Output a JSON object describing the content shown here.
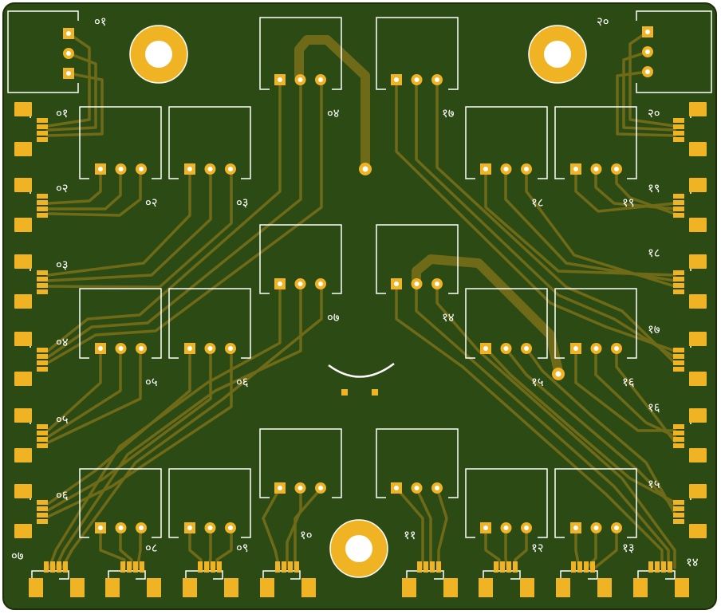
{
  "colors": {
    "board": "#2c4a14",
    "board_edge": "#1c2f0c",
    "trace": "#6f6a18",
    "trace_edge": "#4a4a10",
    "copper": "#f0b323",
    "pad_hole": "#ffffff",
    "silk": "#ffffff"
  },
  "labels": {
    "top_left_header": "०१",
    "top_right_header": "२०",
    "left_connectors": [
      "०१",
      "०२",
      "०३",
      "०४",
      "०५",
      "०६"
    ],
    "right_connectors": [
      "२०",
      "१९",
      "१८",
      "१७",
      "१६",
      "१५"
    ],
    "bottom_connectors": [
      "०७",
      "१४"
    ],
    "sensors_row1": [
      "०२",
      "०३",
      "१८",
      "१९"
    ],
    "sensors_center_top": [
      "०४",
      "१७"
    ],
    "sensors_center_mid": [
      "०७",
      "१४"
    ],
    "sensors_row2": [
      "०५",
      "०६",
      "१५",
      "१६"
    ],
    "sensors_row3": [
      "०८",
      "०९",
      "१०",
      "११",
      "१२",
      "१३"
    ]
  }
}
